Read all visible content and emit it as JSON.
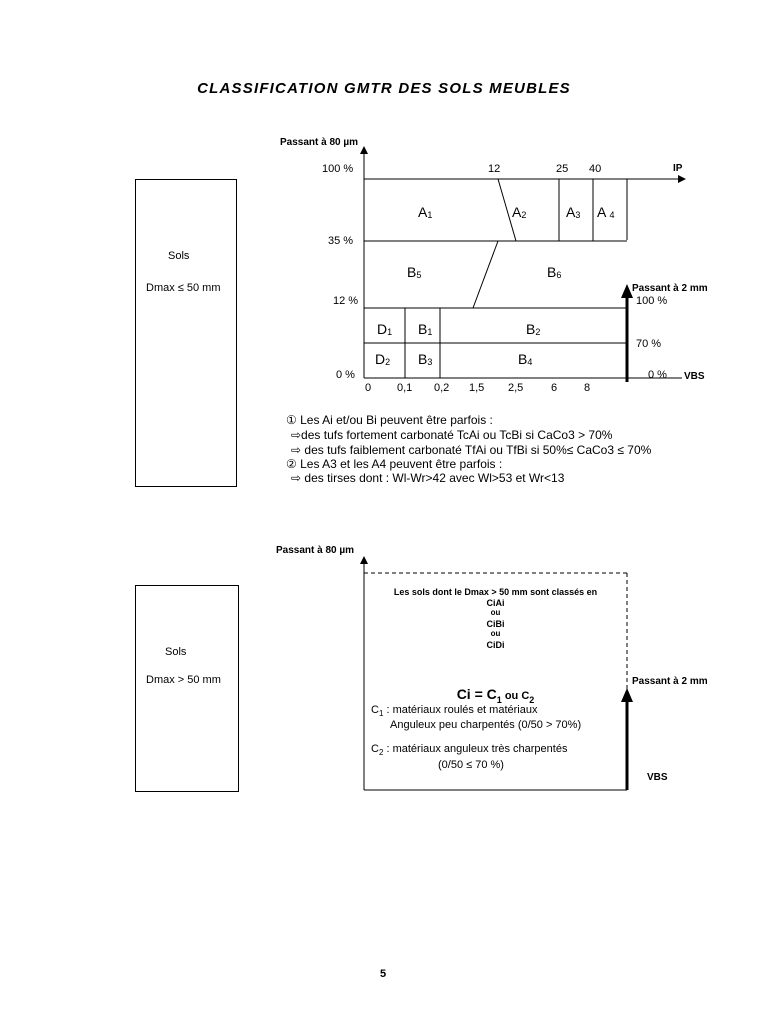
{
  "title": "CLASSIFICATION GMTR DES SOLS MEUBLES",
  "chart1": {
    "yaxis_label": "Passant à 80 µm",
    "xaxis_top_label": "IP",
    "y_ticks": [
      "100 %",
      "35 %",
      "12 %",
      "0 %"
    ],
    "ip_ticks": [
      "12",
      "25",
      "40"
    ],
    "vbs_ticks": [
      "0",
      "0,1",
      "0,2",
      "1,5",
      "2,5",
      "6",
      "8"
    ],
    "vbs_label": "VBS",
    "right_axis_label": "Passant à 2 mm",
    "right_ticks": [
      "100 %",
      "70 %",
      "0 %"
    ],
    "classes": {
      "A1": {
        "main": "A",
        "sub": "1"
      },
      "A2": {
        "main": "A",
        "sub": "2"
      },
      "A3": {
        "main": "A",
        "sub": "3"
      },
      "A4": {
        "main": "A ",
        "sub": "4"
      },
      "B5": {
        "main": "B",
        "sub": "5"
      },
      "B6": {
        "main": "B",
        "sub": "6"
      },
      "D1": {
        "main": "D",
        "sub": "1"
      },
      "B1": {
        "main": "B",
        "sub": "1"
      },
      "B2": {
        "main": "B",
        "sub": "2"
      },
      "D2": {
        "main": "D",
        "sub": "2"
      },
      "B3": {
        "main": "B",
        "sub": "3"
      },
      "B4": {
        "main": "B",
        "sub": "4"
      }
    },
    "sols_label": "Sols",
    "dmax_label": "Dmax ≤ 50 mm",
    "notes": [
      "① Les Ai et/ou Bi peuvent être parfois :",
      "⇨des tufs fortement carbonaté TcAi ou TcBi si CaCo3 > 70%",
      "⇨ des tufs faiblement carbonaté TfAi ou TfBi si 50%≤ CaCo3 ≤ 70%",
      "② Les A3 et les A4 peuvent être parfois :",
      "⇨ des tirses dont : Wl-Wr>42 avec Wl>53 et Wr<13"
    ]
  },
  "chart2": {
    "yaxis_label": "Passant à 80 µm",
    "right_axis_label": "Passant à 2 mm",
    "vbs_label": "VBS",
    "sols_label": "Sols",
    "dmax_label": "Dmax > 50 mm",
    "explain_lines": [
      "Les sols dont le Dmax > 50 mm sont classés  en",
      "CiAi",
      "ou",
      "CiBi",
      "ou",
      "CiDi"
    ],
    "formula": {
      "ci": "Ci = C",
      "s1": "1",
      "ou": " ou C",
      "s2": "2"
    },
    "c1": {
      "main": "C",
      "sub": "1",
      "text": " : matériaux roulés et matériaux",
      "line2": "Anguleux peu charpentés (0/50 > 70%)"
    },
    "c2": {
      "main": "C",
      "sub": "2",
      "text": " : matériaux anguleux très charpentés",
      "line2": "(0/50 ≤ 70 %)"
    }
  },
  "page_number": "5"
}
